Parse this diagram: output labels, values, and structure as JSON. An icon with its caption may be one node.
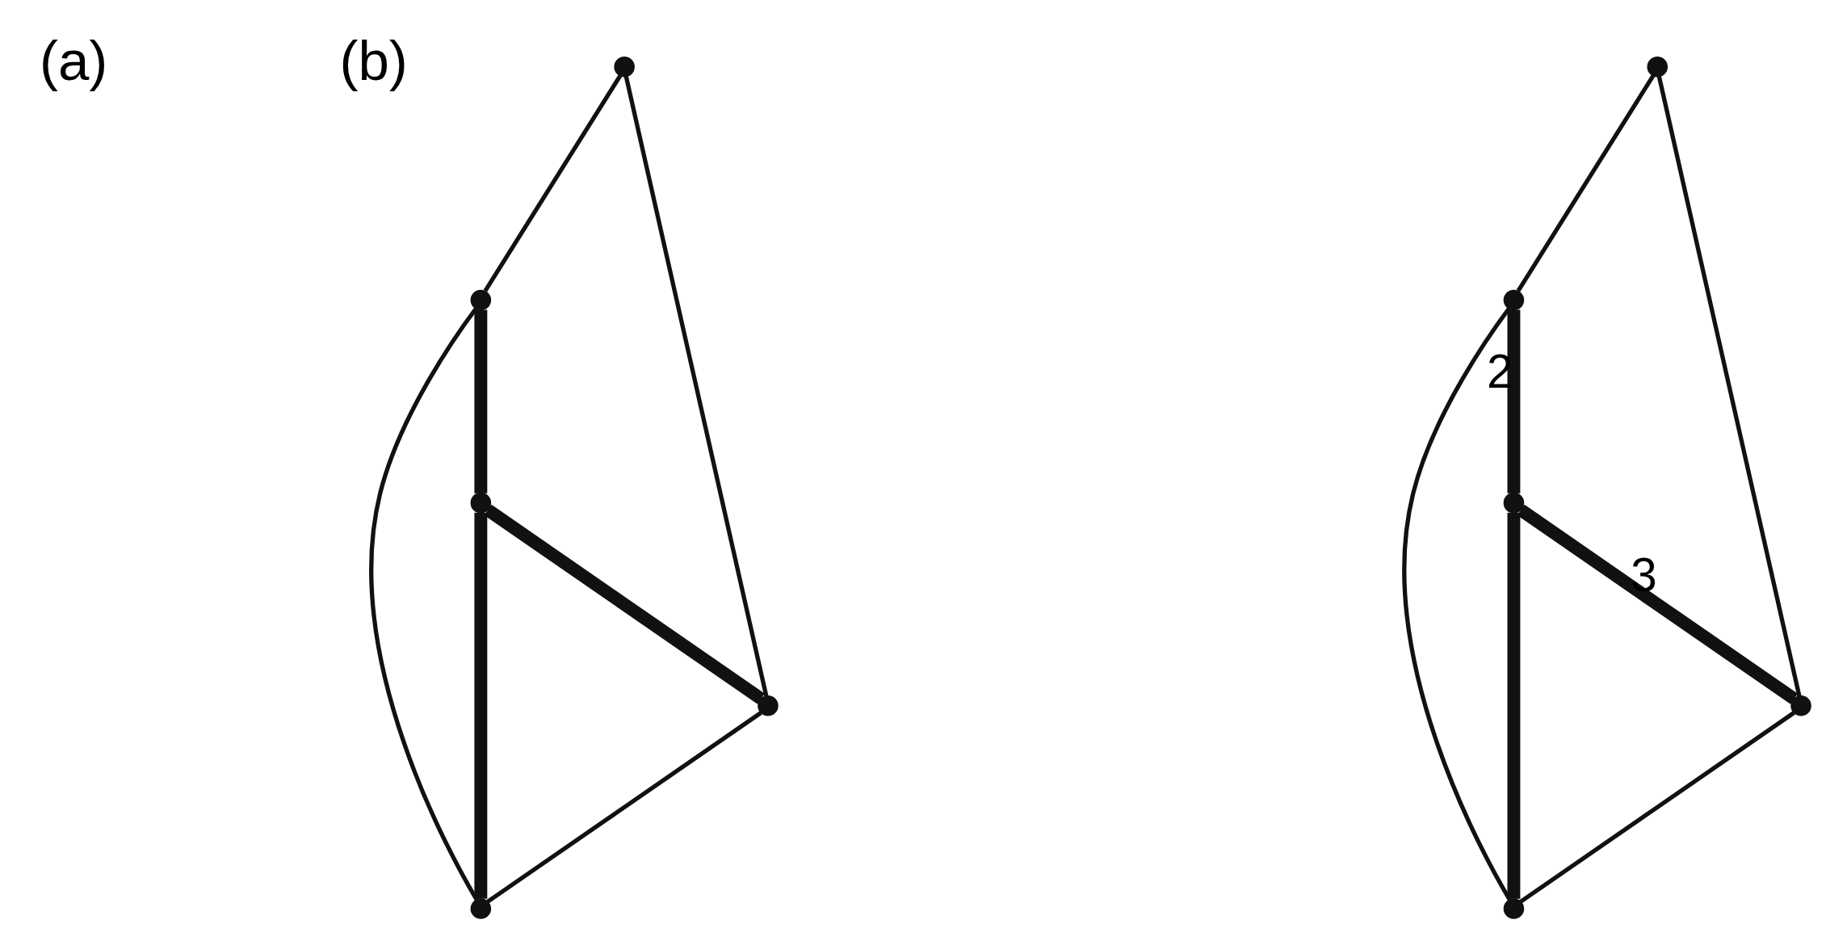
{
  "diagram": {
    "nodes": [
      {
        "text": [],
        "shape": "point"
      },
      {
        "text": [],
        "shape": "point"
      },
      {
        "text": [],
        "shape": "point"
      },
      {
        "text": [],
        "shape": "point"
      },
      {
        "text": [],
        "shape": "point"
      },
      {
        "text": [],
        "shape": "point"
      },
      {
        "text": [],
        "shape": "point"
      },
      {
        "text": [],
        "shape": "point"
      },
      {
        "text": [],
        "shape": "point"
      },
      {
        "text": [],
        "shape": "point"
      }
    ],
    "edges": [
      {
        "from": 1,
        "to": 0,
        "arrow": "none"
      },
      {
        "from": 0,
        "to": 2,
        "arrow": "none",
        "style": "thick"
      },
      {
        "from": 0,
        "to": 4,
        "arrow": "none"
      },
      {
        "from": 1,
        "to": 3,
        "arrow": "none"
      },
      {
        "from": 2,
        "to": 3,
        "arrow": "none",
        "style": "thick"
      },
      {
        "from": 2,
        "to": 4,
        "arrow": "none",
        "style": "thick"
      },
      {
        "from": 3,
        "to": 4,
        "arrow": "none"
      },
      {
        "from": 6,
        "to": 5,
        "arrow": "none"
      },
      {
        "from": 5,
        "to": 7,
        "arrow": "none",
        "style": "thick",
        "label": "2"
      },
      {
        "from": 5,
        "to": 9,
        "arrow": "none"
      },
      {
        "from": 6,
        "to": 8,
        "arrow": "none"
      },
      {
        "from": 7,
        "to": 8,
        "arrow": "none",
        "style": "thick",
        "label": "3"
      },
      {
        "from": 7,
        "to": 9,
        "arrow": "none",
        "style": "thick"
      },
      {
        "from": 8,
        "to": 9,
        "arrow": "none"
      }
    ],
    "labels": [
      "(a)",
      "(b)"
    ]
  }
}
